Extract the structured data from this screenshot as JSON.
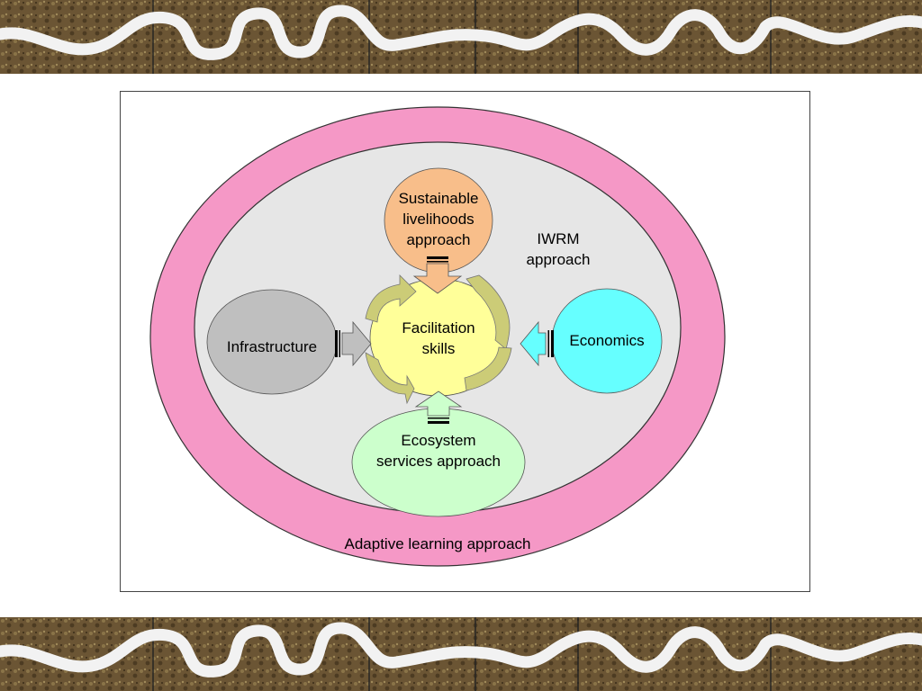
{
  "diagram": {
    "outer_label": "Adaptive learning approach",
    "inner_label": "IWRM\napproach",
    "center_label": "Facilitation\nskills",
    "nodes": {
      "sustainable_livelihoods": "Sustainable\nlivelihoods\napproach",
      "infrastructure": "Infrastructure",
      "economics": "Economics",
      "ecosystem_services": "Ecosystem\nservices approach"
    }
  },
  "colors": {
    "outer_ring": "#f598c6",
    "inner_area": "#e6e6e6",
    "center": "#ffff99",
    "cycle_arrows": "#cccc77",
    "sustainable_livelihoods": "#f8be8a",
    "infrastructure": "#bfbfbf",
    "economics": "#66ffff",
    "ecosystem_services": "#ccffcc"
  }
}
